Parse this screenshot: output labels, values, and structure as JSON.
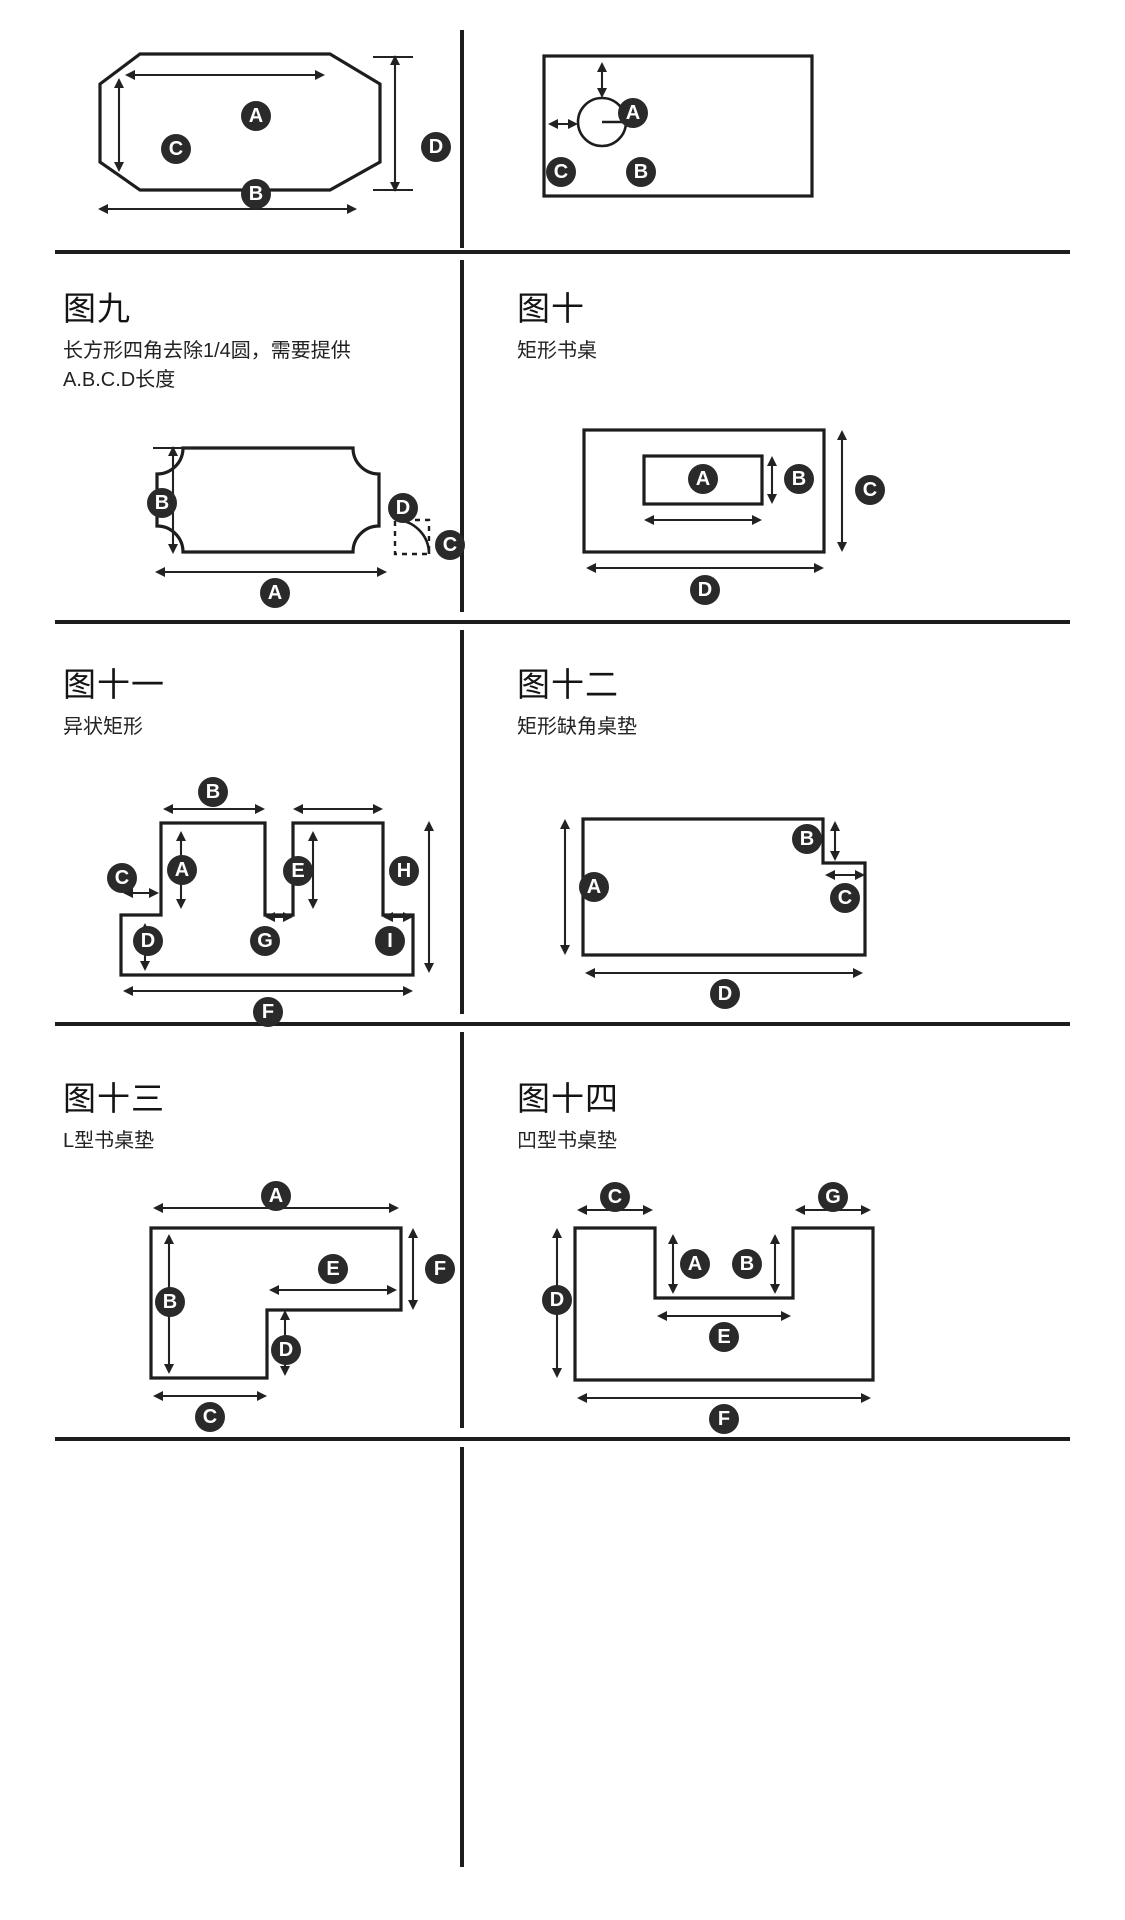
{
  "document": {
    "title": "桌垫尺寸测量示意图",
    "background_color": "#ffffff",
    "line_color": "#1d1d1d",
    "badge_color": "#2a2a2a",
    "badge_text_color": "#ffffff"
  },
  "panels": [
    {
      "id": "fig-octagon",
      "title": "",
      "desc": "",
      "shape": "octagon",
      "labels": [
        "A",
        "B",
        "C",
        "D"
      ]
    },
    {
      "id": "fig-hole",
      "title": "",
      "desc": "",
      "shape": "rectangle-with-hole",
      "labels": [
        "A",
        "B",
        "C"
      ]
    },
    {
      "id": "fig-nine",
      "title": "图九",
      "desc": "长方形四角去除1/4圆，需要提供A.B.C.D长度",
      "shape": "rectangle-quarter-round-corners",
      "labels": [
        "A",
        "B",
        "C",
        "D"
      ]
    },
    {
      "id": "fig-ten",
      "title": "图十",
      "desc": "矩形书桌",
      "shape": "rectangle-with-inner-rectangle",
      "labels": [
        "A",
        "B",
        "C",
        "D"
      ]
    },
    {
      "id": "fig-eleven",
      "title": "图十一",
      "desc": "异状矩形",
      "shape": "irregular-rectangle",
      "labels": [
        "A",
        "B",
        "C",
        "D",
        "E",
        "F",
        "G",
        "H",
        "I"
      ]
    },
    {
      "id": "fig-twelve",
      "title": "图十二",
      "desc": "矩形缺角桌垫",
      "shape": "rectangle-notched-corner",
      "labels": [
        "A",
        "B",
        "C",
        "D"
      ]
    },
    {
      "id": "fig-thirteen",
      "title": "图十三",
      "desc": "L型书桌垫",
      "shape": "l-shape",
      "labels": [
        "A",
        "B",
        "C",
        "D",
        "E",
        "F"
      ]
    },
    {
      "id": "fig-fourteen",
      "title": "图十四",
      "desc": "凹型书桌垫",
      "shape": "u-shape",
      "labels": [
        "A",
        "B",
        "C",
        "D",
        "E",
        "F",
        "G"
      ]
    }
  ],
  "labels": {
    "A": "A",
    "B": "B",
    "C": "C",
    "D": "D",
    "E": "E",
    "F": "F",
    "G": "G",
    "H": "H",
    "I": "I"
  }
}
